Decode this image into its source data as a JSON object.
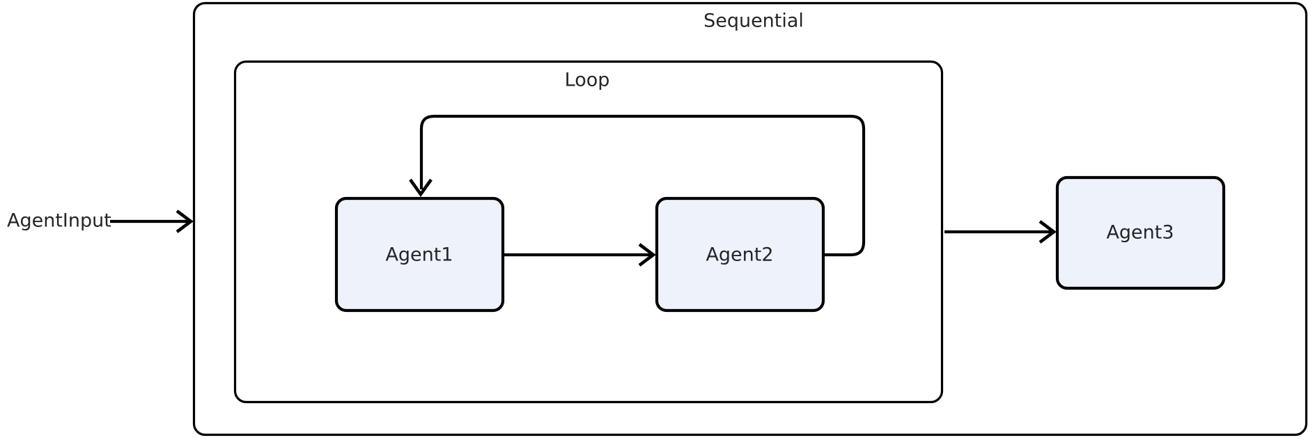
{
  "diagram": {
    "type": "flowchart",
    "background_color": "#ffffff",
    "title": "",
    "external_inputs": [
      {
        "id": "agent-input",
        "label": "AgentInput"
      }
    ],
    "groups": [
      {
        "id": "sequential",
        "label": "Sequential",
        "border_color": "#000000",
        "fill_color": "#ffffff"
      },
      {
        "id": "loop",
        "label": "Loop",
        "border_color": "#000000",
        "fill_color": "#ffffff"
      }
    ],
    "nodes": [
      {
        "id": "agent1",
        "label": "Agent1",
        "fill_color": "#eef2fb",
        "border_color": "#000000",
        "group": "loop"
      },
      {
        "id": "agent2",
        "label": "Agent2",
        "fill_color": "#eef2fb",
        "border_color": "#000000",
        "group": "loop"
      },
      {
        "id": "agent3",
        "label": "Agent3",
        "fill_color": "#eef2fb",
        "border_color": "#000000",
        "group": "sequential"
      }
    ],
    "edges": [
      {
        "id": "edge-input-sequential",
        "from": "AgentInput",
        "to": "Sequential",
        "label": "",
        "style": "solid-arrow"
      },
      {
        "id": "edge-agent1-agent2",
        "from": "Agent1",
        "to": "Agent2",
        "label": "",
        "style": "solid-arrow"
      },
      {
        "id": "edge-agent2-agent1-loopback",
        "from": "Agent2",
        "to": "Agent1",
        "label": "",
        "style": "solid-arrow-loopback"
      },
      {
        "id": "edge-loop-agent3",
        "from": "Loop",
        "to": "Agent3",
        "label": "",
        "style": "solid-arrow"
      }
    ]
  }
}
